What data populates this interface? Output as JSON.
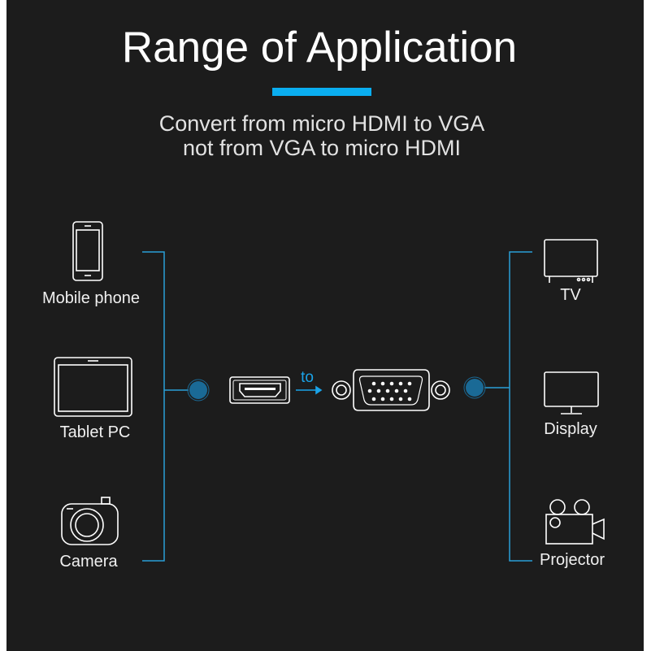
{
  "title": "Range of Application",
  "subtitle": [
    "Convert from micro HDMI to VGA",
    "not from VGA to micro HDMI"
  ],
  "connector": {
    "label": "to",
    "from": "micro HDMI",
    "to": "VGA"
  },
  "sources": [
    {
      "label": "Mobile phone",
      "icon": "mobile-phone-icon"
    },
    {
      "label": "Tablet PC",
      "icon": "tablet-icon"
    },
    {
      "label": "Camera",
      "icon": "camera-icon"
    }
  ],
  "outputs": [
    {
      "label": "TV",
      "icon": "tv-icon"
    },
    {
      "label": "Display",
      "icon": "monitor-icon"
    },
    {
      "label": "Projector",
      "icon": "projector-icon"
    }
  ],
  "colors": {
    "background": "#1c1c1c",
    "accent": "#0aaef0",
    "line": "#2a9fd6",
    "dot": "#1a6a96"
  }
}
